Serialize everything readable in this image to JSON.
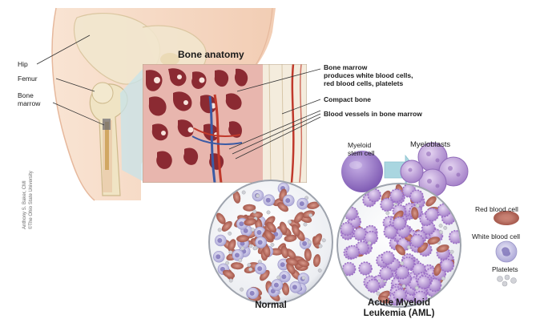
{
  "colors": {
    "skin": "#f6d9c4",
    "skin_shadow": "#e9b99a",
    "bone": "#efe4c6",
    "marrow_red": "#8b2a32",
    "marrow_pink": "#e8b8b0",
    "vessel_red": "#c0392b",
    "vessel_blue": "#3b5ba5",
    "stem_cell": "#8d6bc0",
    "blast_cell": "#b48cd4",
    "rbc": "#b96a5c",
    "wbc": "#c8c4e6",
    "platelet": "#d4d4d8",
    "arrow": "#a9d6e0"
  },
  "labels": {
    "hip": "Hip",
    "femur": "Femur",
    "bone_marrow_line1": "Bone",
    "bone_marrow_line2": "marrow",
    "bone_anatomy": "Bone anatomy",
    "marrow_produces_line1": "Bone marrow",
    "marrow_produces_line2": "produces white blood cells,",
    "marrow_produces_line3": "red blood cells, platelets",
    "compact_bone": "Compact bone",
    "blood_vessels": "Blood vessels in bone marrow",
    "myeloid_stem_line1": "Myeloid",
    "myeloid_stem_line2": "stem cell",
    "myeloblasts": "Myeloblasts",
    "red_blood_cell": "Red blood cell",
    "white_blood_cell": "White blood cell",
    "platelets": "Platelets",
    "normal": "Normal",
    "aml_line1": "Acute Myeloid",
    "aml_line2": "Leukemia (AML)",
    "credit_line1": "Anthony S. Baker, CMI",
    "credit_line2": "©The Ohio State University"
  }
}
